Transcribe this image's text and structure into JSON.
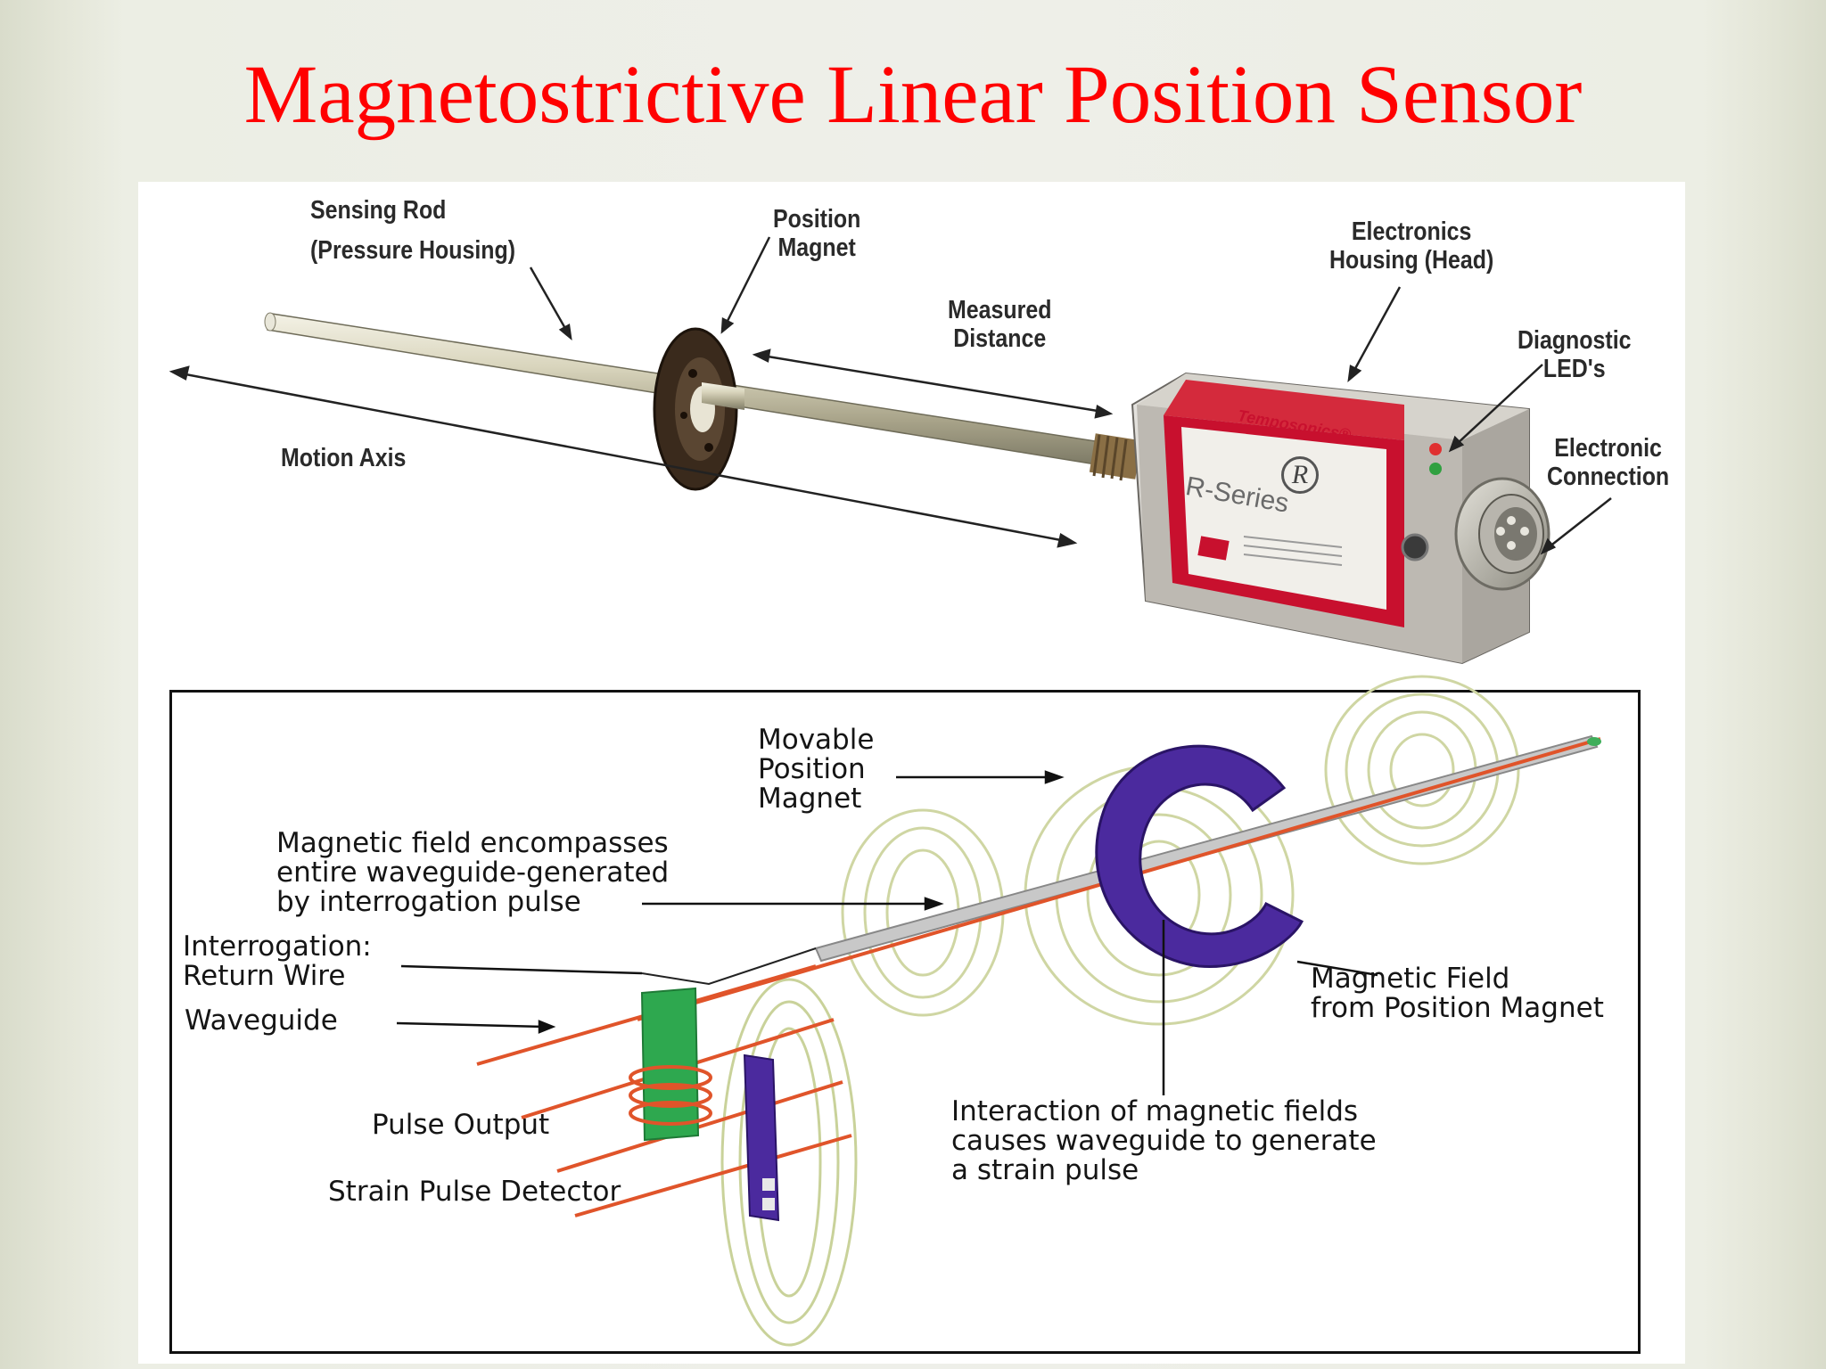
{
  "title": "Magnetostrictive Linear Position Sensor",
  "top_labels": {
    "sensing_rod": [
      "Sensing Rod",
      "(Pressure Housing)"
    ],
    "position_magnet": [
      "Position",
      "Magnet"
    ],
    "measured_distance": [
      "Measured",
      "Distance"
    ],
    "electronics_housing": [
      "Electronics",
      "Housing (Head)"
    ],
    "diagnostic_leds": [
      "Diagnostic",
      "LED's"
    ],
    "electronic_connection": [
      "Electronic",
      "Connection"
    ],
    "motion_axis": "Motion Axis"
  },
  "housing_print": {
    "brand": "Temposonics®",
    "series": "R-Series",
    "logo": "R"
  },
  "bottom_labels": {
    "movable_magnet": [
      "Movable",
      "Position",
      "Magnet"
    ],
    "magnetic_field_encompasses": [
      "Magnetic field encompasses",
      "entire waveguide-generated",
      "by interrogation pulse"
    ],
    "interrogation_return_wire": [
      "Interrogation:",
      "Return Wire"
    ],
    "waveguide": "Waveguide",
    "pulse_output": "Pulse Output",
    "strain_pulse_detector": "Strain Pulse Detector",
    "magnetic_field_from_magnet": [
      "Magnetic Field",
      "from Position Magnet"
    ],
    "interaction": [
      "Interaction of magnetic fields",
      "causes waveguide to generate",
      "a strain pulse"
    ]
  },
  "colors": {
    "title": "#ff0000",
    "housing_red": "#c8102e",
    "magnet_purple": "#4b2a9e",
    "waveguide_orange": "#e0542a",
    "coil_green": "#2ea84f",
    "field_lines": "#cfd6a3"
  }
}
